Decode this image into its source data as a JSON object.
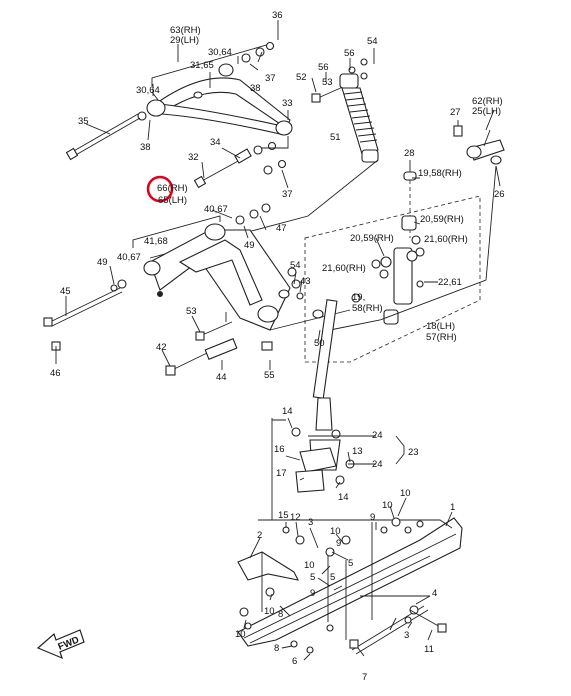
{
  "labels": {
    "l36": "36",
    "l63": "63(RH)",
    "l29": "29(LH)",
    "l3064a": "30,64",
    "l3165": "31,65",
    "l3064b": "30,64",
    "l37a": "37",
    "l38a": "38",
    "l56a": "56",
    "l54a": "54",
    "l52": "52",
    "l56b": "56",
    "l53a": "53",
    "l35": "35",
    "l38b": "38",
    "l33": "33",
    "l51": "51",
    "l27": "27",
    "l62": "62(RH)",
    "l25": "25(LH)",
    "l34": "34",
    "l32": "32",
    "l37b": "37",
    "l28": "28",
    "l26": "26",
    "l66": "66(RH)",
    "l65": "65(LH)",
    "l4067": "40,67",
    "l47": "47",
    "l1958": "19,58(RH)",
    "l2059a": "20,59(RH)",
    "l2059b": "20,59(RH)",
    "l4168": "41,68",
    "l49a": "49",
    "l2160a": "21,60(RH)",
    "l2160b": "21,60(RH)",
    "l4067b": "40,67",
    "l49b": "49",
    "l54b": "54",
    "l43": "43",
    "l2261": "22,61",
    "l45": "45",
    "l1958b": "19,",
    "l58": "58(RH)",
    "l53b": "53",
    "l18": "18(LH)",
    "l57": "57(RH)",
    "l50": "50",
    "l42": "42",
    "l44": "44",
    "l55": "55",
    "l46": "46",
    "l14a": "14",
    "l24a": "24",
    "l16": "16",
    "l13": "13",
    "l24b": "24",
    "l23": "23",
    "l17": "17",
    "l14b": "14",
    "l1": "1",
    "l15": "15",
    "l12": "12",
    "l3a": "3",
    "l10a": "10",
    "l9a": "9",
    "l10b": "10",
    "l10c": "10",
    "l2": "2",
    "l9b": "9",
    "l5a": "5",
    "l10d": "10",
    "l5b": "5",
    "l5c": "5",
    "l9c": "9",
    "l4": "4",
    "l10e": "10",
    "l8a": "8",
    "l10f": "10",
    "l8b": "8",
    "l11": "11",
    "l3b": "3",
    "l6": "6",
    "l7": "7"
  },
  "fwd_label": "FWD",
  "highlight_color": "#e0001b"
}
